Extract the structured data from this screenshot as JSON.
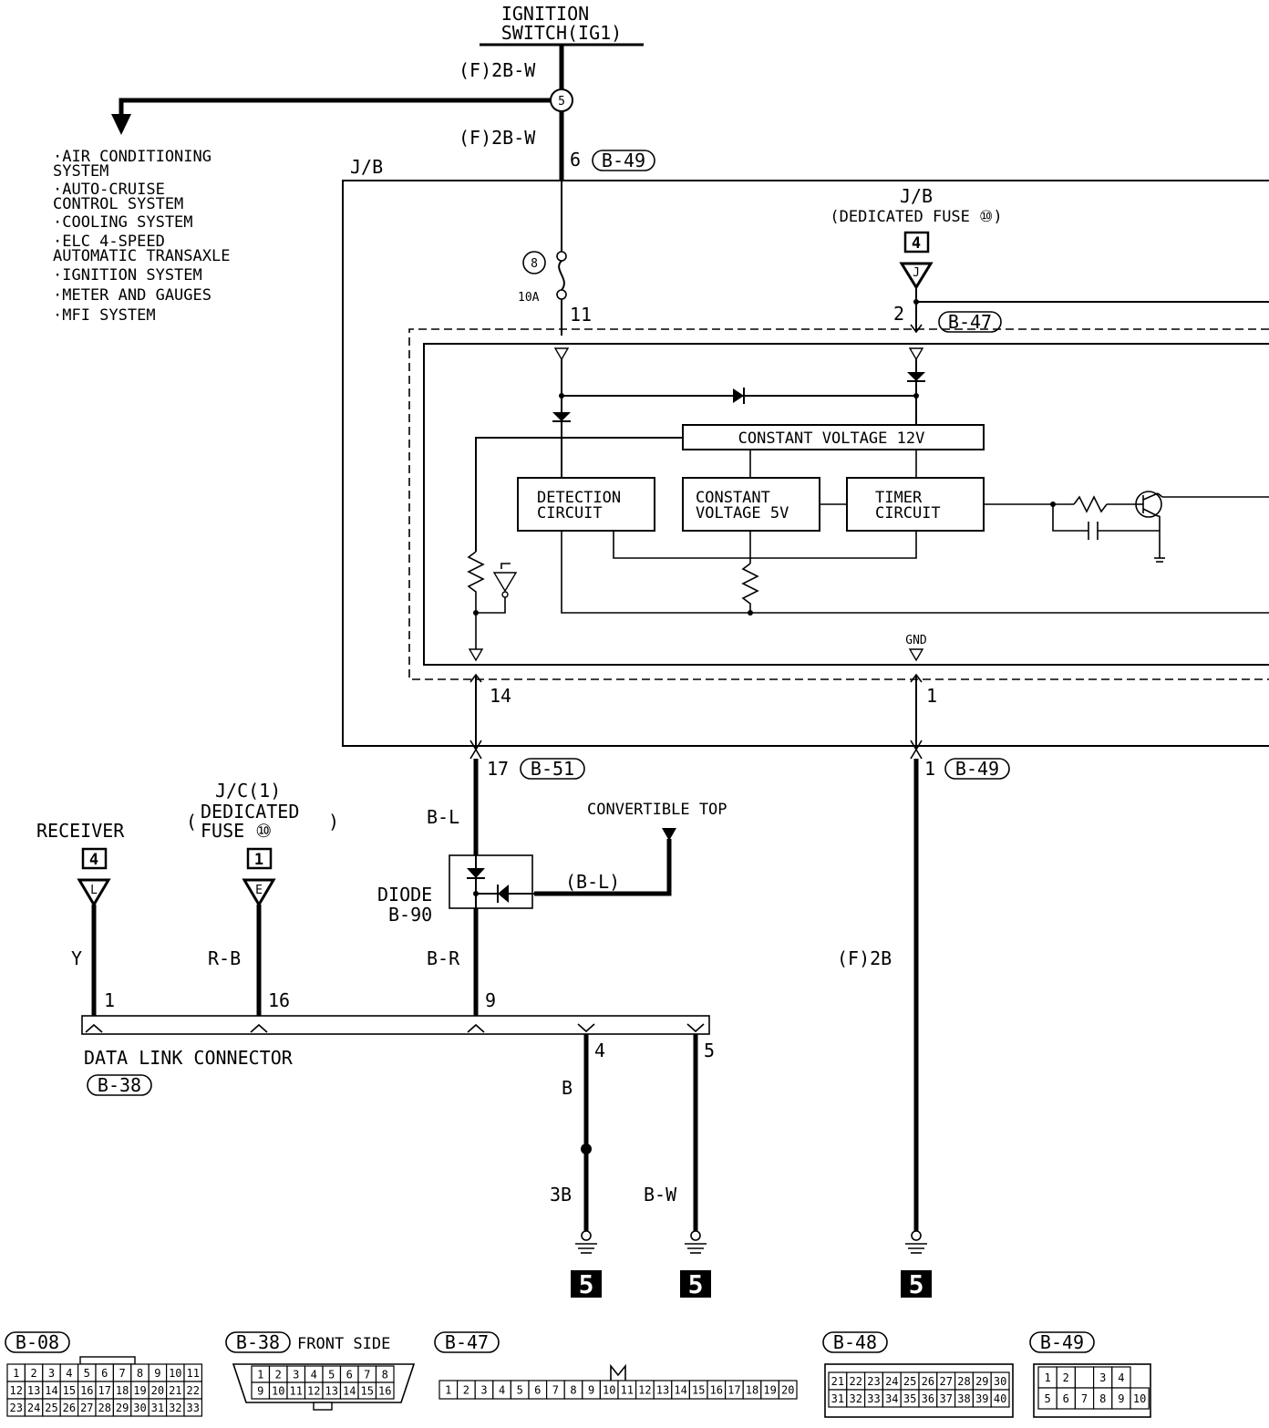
{
  "header": {
    "switch_line1": "IGNITION",
    "switch_line2": "SWITCH(IG1)"
  },
  "wires": {
    "f_2bw_1": "(F)2B-W",
    "f_2bw_2": "(F)2B-W",
    "b_l": "B-L",
    "b_l_paren": "(B-L)",
    "b_r": "B-R",
    "y": "Y",
    "r_b": "R-B",
    "b": "B",
    "b3": "3B",
    "b_w": "B-W",
    "f_2b": "(F)2B"
  },
  "splice": "5",
  "fuse": {
    "number": "8",
    "rating": "10A"
  },
  "systems": [
    "·AIR CONDITIONING",
    " SYSTEM",
    "·AUTO-CRUISE",
    " CONTROL SYSTEM",
    "·COOLING SYSTEM",
    "·ELC 4-SPEED",
    " AUTOMATIC TRANSAXLE",
    "·IGNITION SYSTEM",
    "·METER AND GAUGES",
    "·MFI SYSTEM"
  ],
  "jb": {
    "label": "J/B",
    "right_label": "J/B",
    "right_sub": "(DEDICATED FUSE ⑩)",
    "right_box": "4",
    "right_letter": "J"
  },
  "pins": {
    "p6": "6",
    "p11": "11",
    "p2": "2",
    "p14": "14",
    "p1a": "1",
    "p17": "17",
    "p1b": "1",
    "p9": "9",
    "p16": "16",
    "p1c": "1",
    "p4": "4",
    "p5": "5"
  },
  "connectors": {
    "b49": "B-49",
    "b47": "B-47",
    "b51": "B-51",
    "b49b": "B-49",
    "b38": "B-38"
  },
  "circuit": {
    "constant_12v": "CONSTANT VOLTAGE 12V",
    "detection_1": "DETECTION",
    "detection_2": "CIRCUIT",
    "constant_5v_1": "CONSTANT",
    "constant_5v_2": "VOLTAGE 5V",
    "timer_1": "TIMER",
    "timer_2": "CIRCUIT",
    "gnd": "GND"
  },
  "convertible": "CONVERTIBLE TOP",
  "diode": {
    "label1": "DIODE",
    "label2": "B-90"
  },
  "receiver": {
    "label": "RECEIVER",
    "box": "4",
    "letter": "L"
  },
  "jc": {
    "line1": "J/C(1)",
    "line2": "DEDICATED",
    "line3": "FUSE ⑩",
    "box": "1",
    "letter": "E"
  },
  "dlc": {
    "label": "DATA LINK CONNECTOR",
    "connector": "B-38"
  },
  "ground_ref": "5",
  "views": {
    "b08": {
      "label": "B-08",
      "rows": [
        [
          "1",
          "2",
          "3",
          "4",
          "5",
          "6",
          "7",
          "8",
          "9",
          "10",
          "11"
        ],
        [
          "12",
          "13",
          "14",
          "15",
          "16",
          "17",
          "18",
          "19",
          "20",
          "21",
          "22"
        ],
        [
          "23",
          "24",
          "25",
          "26",
          "27",
          "28",
          "29",
          "30",
          "31",
          "32",
          "33"
        ]
      ]
    },
    "b38": {
      "label": "B-38",
      "side": "FRONT SIDE",
      "rows": [
        [
          "1",
          "2",
          "3",
          "4",
          "5",
          "6",
          "7",
          "8"
        ],
        [
          "9",
          "10",
          "11",
          "12",
          "13",
          "14",
          "15",
          "16"
        ]
      ]
    },
    "b47": {
      "label": "B-47",
      "rows": [
        [
          "1",
          "2",
          "3",
          "4",
          "5",
          "6",
          "7",
          "8",
          "9",
          "10",
          "11",
          "12",
          "13",
          "14",
          "15",
          "16",
          "17",
          "18",
          "19",
          "20"
        ]
      ]
    },
    "b48": {
      "label": "B-48",
      "rows": [
        [
          "21",
          "22",
          "23",
          "24",
          "25",
          "26",
          "27",
          "28",
          "29",
          "30"
        ],
        [
          "31",
          "32",
          "33",
          "34",
          "35",
          "36",
          "37",
          "38",
          "39",
          "40"
        ]
      ]
    },
    "b49": {
      "label": "B-49",
      "rows": [
        [
          "1",
          "2",
          "",
          "3",
          "4"
        ],
        [
          "5",
          "6",
          "7",
          "8",
          "9",
          "10"
        ]
      ]
    }
  }
}
